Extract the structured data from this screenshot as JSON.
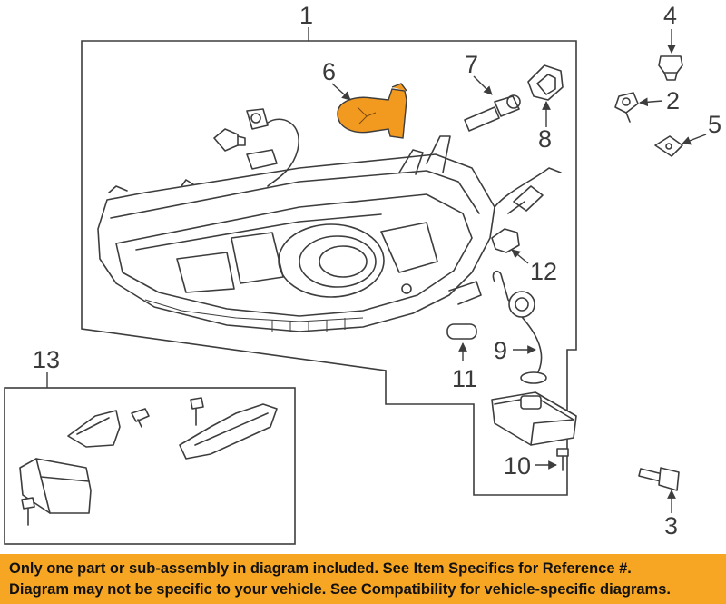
{
  "callouts": {
    "c1": "1",
    "c2": "2",
    "c3": "3",
    "c4": "4",
    "c5": "5",
    "c6": "6",
    "c7": "7",
    "c8": "8",
    "c9": "9",
    "c10": "10",
    "c11": "11",
    "c12": "12",
    "c13": "13"
  },
  "highlight_color": "#f29a1f",
  "banner": {
    "background": "#f6a623",
    "line1": "Only one part or sub-assembly in diagram included. See Item Specifics for Reference #.",
    "line2": "Diagram may not be specific to your vehicle. See Compatibility for vehicle-specific diagrams."
  }
}
